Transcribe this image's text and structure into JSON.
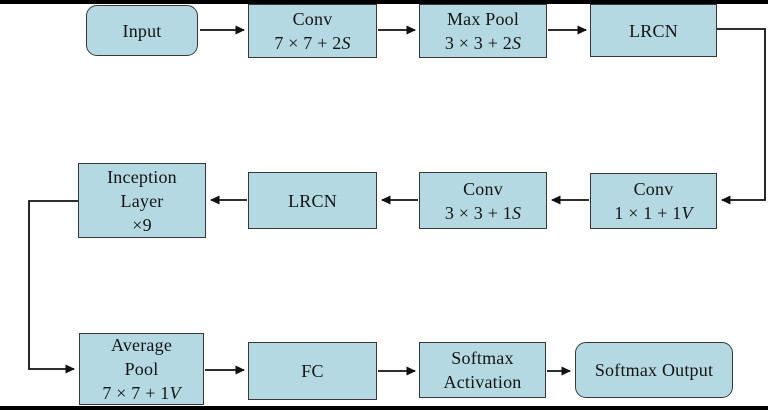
{
  "diagram": {
    "type": "flowchart",
    "colors": {
      "node_fill": "#b4d9e2",
      "node_border": "#383838",
      "arrow": "#111111",
      "text": "#141414",
      "frame_bar": "#000000",
      "background": "#ffffff"
    },
    "nodes": [
      {
        "id": "input",
        "shape": "rounded",
        "lines": [
          {
            "t": "Input"
          }
        ]
      },
      {
        "id": "conv-7x7",
        "shape": "rect",
        "lines": [
          {
            "t": "Conv"
          },
          {
            "t": "7 × 7 + 2",
            "v": "S"
          }
        ]
      },
      {
        "id": "max-pool",
        "shape": "rect",
        "lines": [
          {
            "t": "Max Pool"
          },
          {
            "t": "3 × 3 + 2",
            "v": "S"
          }
        ]
      },
      {
        "id": "lrcn-1",
        "shape": "rect",
        "lines": [
          {
            "t": "LRCN"
          }
        ]
      },
      {
        "id": "inception-layer",
        "shape": "rect",
        "lines": [
          {
            "t": "Inception"
          },
          {
            "t": "Layer"
          },
          {
            "t": "×9"
          }
        ]
      },
      {
        "id": "lrcn-2",
        "shape": "rect",
        "lines": [
          {
            "t": "LRCN"
          }
        ]
      },
      {
        "id": "conv-3x3",
        "shape": "rect",
        "lines": [
          {
            "t": "Conv"
          },
          {
            "t": "3 × 3 + 1",
            "v": "S"
          }
        ]
      },
      {
        "id": "conv-1x1",
        "shape": "rect",
        "lines": [
          {
            "t": "Conv"
          },
          {
            "t": "1 × 1 + 1",
            "v": "V"
          }
        ]
      },
      {
        "id": "average-pool",
        "shape": "rect",
        "lines": [
          {
            "t": "Average"
          },
          {
            "t": "Pool"
          },
          {
            "t": "7 × 7 + 1",
            "v": "V"
          }
        ]
      },
      {
        "id": "fc",
        "shape": "rect",
        "lines": [
          {
            "t": "FC"
          }
        ]
      },
      {
        "id": "softmax-activation",
        "shape": "rect",
        "lines": [
          {
            "t": "Softmax"
          },
          {
            "t": "Activation"
          }
        ]
      },
      {
        "id": "softmax-output",
        "shape": "rounded",
        "lines": [
          {
            "t": "Softmax Output"
          }
        ]
      }
    ],
    "edges": [
      {
        "from": "input",
        "to": "conv-7x7"
      },
      {
        "from": "conv-7x7",
        "to": "max-pool"
      },
      {
        "from": "max-pool",
        "to": "lrcn-1"
      },
      {
        "from": "lrcn-1",
        "to": "conv-1x1"
      },
      {
        "from": "conv-1x1",
        "to": "conv-3x3"
      },
      {
        "from": "conv-3x3",
        "to": "lrcn-2"
      },
      {
        "from": "lrcn-2",
        "to": "inception-layer"
      },
      {
        "from": "inception-layer",
        "to": "average-pool"
      },
      {
        "from": "average-pool",
        "to": "fc"
      },
      {
        "from": "fc",
        "to": "softmax-activation"
      },
      {
        "from": "softmax-activation",
        "to": "softmax-output"
      }
    ]
  }
}
